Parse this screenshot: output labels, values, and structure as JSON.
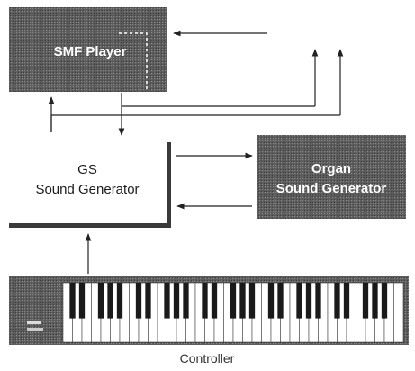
{
  "diagram": {
    "smf_player": {
      "label": "SMF Player"
    },
    "gs_sound_generator": {
      "label_line1": "GS",
      "label_line2": "Sound Generator"
    },
    "organ_sound_generator": {
      "label_line1": "Organ",
      "label_line2": "Sound Generator"
    },
    "controller": {
      "label": "Controller"
    },
    "colors": {
      "dark_box": "#585858",
      "line": "#222222",
      "text_on_dark": "#ffffff"
    }
  }
}
